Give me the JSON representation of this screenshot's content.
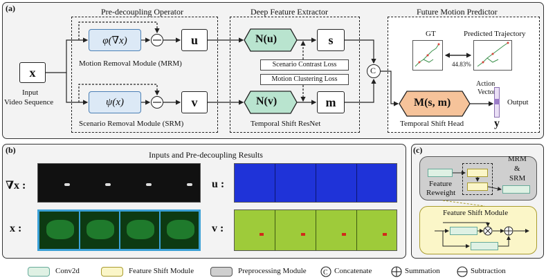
{
  "panel_a": {
    "label": "(a)",
    "pre_decoupling_title": "Pre-decoupling Operator",
    "deep_feature_title": "Deep Feature Extractor",
    "future_motion_title": "Future Motion Predictor",
    "input_symbol": "x",
    "input_label_line1": "Input",
    "input_label_line2": "Video Sequence",
    "phi_box": "φ(∇x)",
    "psi_box": "ψ(x)",
    "u_box": "u",
    "v_box": "v",
    "mrm_label": "Motion Removal Module (MRM)",
    "srm_label": "Scenario Removal Module (SRM)",
    "Nu_box": "N(u)",
    "Nv_box": "N(v)",
    "s_box": "s",
    "m_box": "m",
    "loss1": "Scenario Contrast Loss",
    "loss2": "Motion Clustering Loss",
    "tsr_label": "Temporal Shift ResNet",
    "concat_symbol": "C",
    "gt_label": "GT",
    "pred_label": "Predicted Trajectory",
    "percent": "44.83%",
    "M_box": "M(s, m)",
    "tsh_label": "Temporal Shift Head",
    "action_vector_line1": "Action",
    "action_vector_line2": "Vector",
    "output_label": "Output",
    "y_symbol": "y"
  },
  "panel_b": {
    "label": "(b)",
    "title": "Inputs and Pre-decoupling Results",
    "row1_left": "∇x :",
    "row1_right": "u :",
    "row2_left": "x :",
    "row2_right": "v :"
  },
  "panel_c": {
    "label": "(c)",
    "mrm_srm_line1": "MRM",
    "mrm_srm_line2": "&",
    "mrm_srm_line3": "SRM",
    "feature_reweight_line1": "Feature",
    "feature_reweight_line2": "Reweight",
    "fsm_title": "Feature Shift Module"
  },
  "legend": {
    "conv2d": "Conv2d",
    "feature_shift": "Feature Shift Module",
    "preprocessing": "Preprocessing Module",
    "concatenate": "Concatenate",
    "summation": "Summation",
    "subtraction": "Subtraction"
  },
  "colors": {
    "conv_green": "#dff1e4",
    "fsm_yellow": "#fbf6c8",
    "prep_gray": "#cfcfcf",
    "blue_box": "#dce9f6",
    "hex_green": "#b9e4cf",
    "hex_orange": "#f6c39a",
    "panel_bg": "#f3f3f3"
  }
}
